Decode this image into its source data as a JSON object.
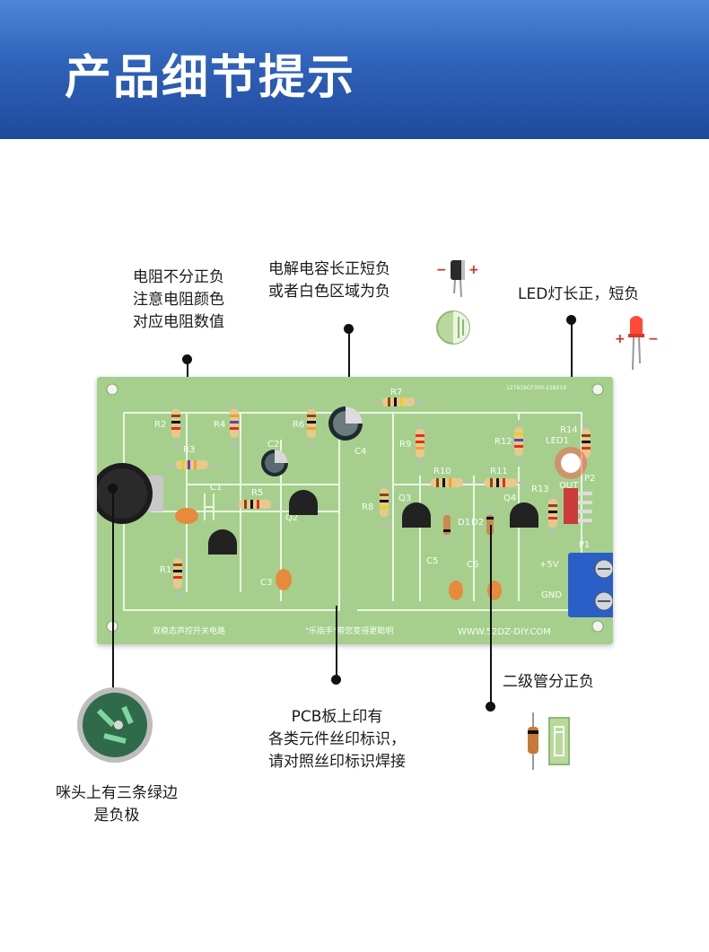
{
  "banner": {
    "title": "产品细节提示"
  },
  "callouts": {
    "resistor": [
      "电阻不分正负",
      "注意电阻颜色",
      "对应电阻数值"
    ],
    "capacitor": [
      "电解电容长正短负",
      "或者白色区域为负"
    ],
    "led": [
      "LED灯长正，短负"
    ],
    "pcb": [
      "PCB板上印有",
      "各类元件丝印标识，",
      "请对照丝印标识焊接"
    ],
    "diode": [
      "二级管分正负"
    ],
    "mic": [
      "咪头上有三条绿边",
      "是负极"
    ]
  },
  "polarity_marks": {
    "plus": "+",
    "minus": "−"
  },
  "board": {
    "labels": {
      "r1": "R1",
      "r2": "R2",
      "r3": "R3",
      "r4": "R4",
      "r5": "R5",
      "r6": "R6",
      "r7": "R7",
      "r8": "R8",
      "r9": "R9",
      "r10": "R10",
      "r11": "R11",
      "r12": "R12",
      "r13": "R13",
      "r14": "R14",
      "c1": "C1",
      "c2": "C2",
      "c3": "C3",
      "c4": "C4",
      "c5": "C5",
      "c6": "C6",
      "q2": "Q2",
      "q3": "Q3",
      "q4": "Q4",
      "d1": "D1",
      "d2": "D2",
      "led1": "LED1",
      "p1": "P1",
      "p2": "P2",
      "plus5v": "+5V",
      "gnd": "GND",
      "out": "OUT"
    },
    "footer_left": "双稳态声控开关电路",
    "footer_mid": "\"乐指手\"带您变得更聪明",
    "footer_right": "WWW.52DZ-DIY.COM",
    "top_code": "127616CF300-218019"
  },
  "colors": {
    "banner_top": "#4f86d8",
    "banner_bottom": "#1f4a9c",
    "pcb_green": "#a6cf8e",
    "silkscreen": "#f5fff0",
    "terminal_blue": "#2a5fc8",
    "led_red": "#ff3b2f",
    "capacitor_orange": "#e88a3c",
    "mark_red": "#e0261a"
  }
}
